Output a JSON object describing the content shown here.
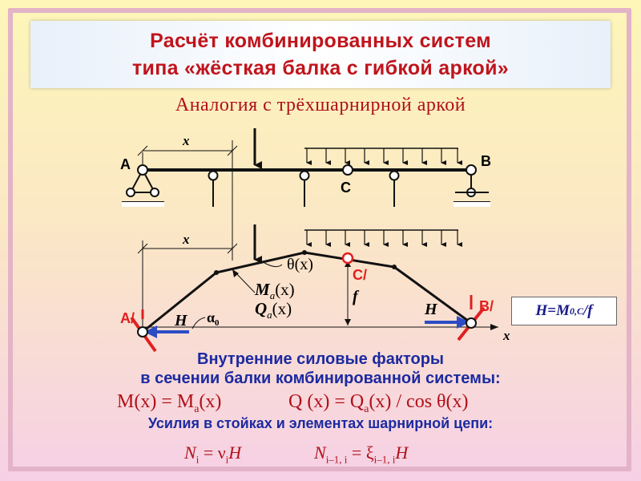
{
  "title": {
    "line1": "Расчёт комбинированных систем",
    "line2": "типа «жёсткая балка с гибкой аркой»"
  },
  "subtitle": "Аналогия с трёхшарнирной аркой",
  "top_beam": {
    "label_x": "x",
    "label_A": "A",
    "label_B": "B",
    "label_C": "C"
  },
  "arch": {
    "label_x": "x",
    "label_A": "A",
    "label_A_prime": "/",
    "label_B": "B",
    "label_B_prime": "/",
    "label_C": "C",
    "label_C_prime": "/",
    "label_theta": "θ(x)",
    "label_Ma_M": "M",
    "label_Ma_sub": "a",
    "label_Ma_arg": "(x)",
    "label_Qa_Q": "Q",
    "label_Qa_sub": "a",
    "label_Qa_arg": "(x)",
    "label_f": "f",
    "label_H_left": "H",
    "label_H_right": "H",
    "label_alpha": "α",
    "label_alpha_sub": "0",
    "label_axis_x": "x"
  },
  "h_formula": {
    "lhs": "H",
    "eq": " = ",
    "M": "M",
    "sub": "0,C",
    "rest": " /f"
  },
  "internal_forces": {
    "line1": "Внутренние силовые факторы",
    "line2": "в сечении балки комбинированной системы:"
  },
  "formula_M": {
    "lhs": "M(x) = M",
    "sub": "a",
    "rhs": "(x)"
  },
  "formula_Q": {
    "lhs": "Q (x) = Q",
    "sub": "a",
    "rhs": "(x) / cos θ(x)"
  },
  "forces_heading": "Усилия в стойках и элементах шарнирной цепи:",
  "formula_N1": {
    "N": "N",
    "sub": "i",
    "eq": " = ν",
    "sub2": "i",
    "H": "H"
  },
  "formula_N2": {
    "N": "N",
    "sub": "i–1, i",
    "eq": " = ξ",
    "sub2": "i–1, i",
    "H": "H"
  },
  "colors": {
    "title_red": "#c0141c",
    "heading_blue": "#1c2aa0",
    "arrow_blue": "#2c4cc4",
    "hinge_red": "#e02020"
  }
}
